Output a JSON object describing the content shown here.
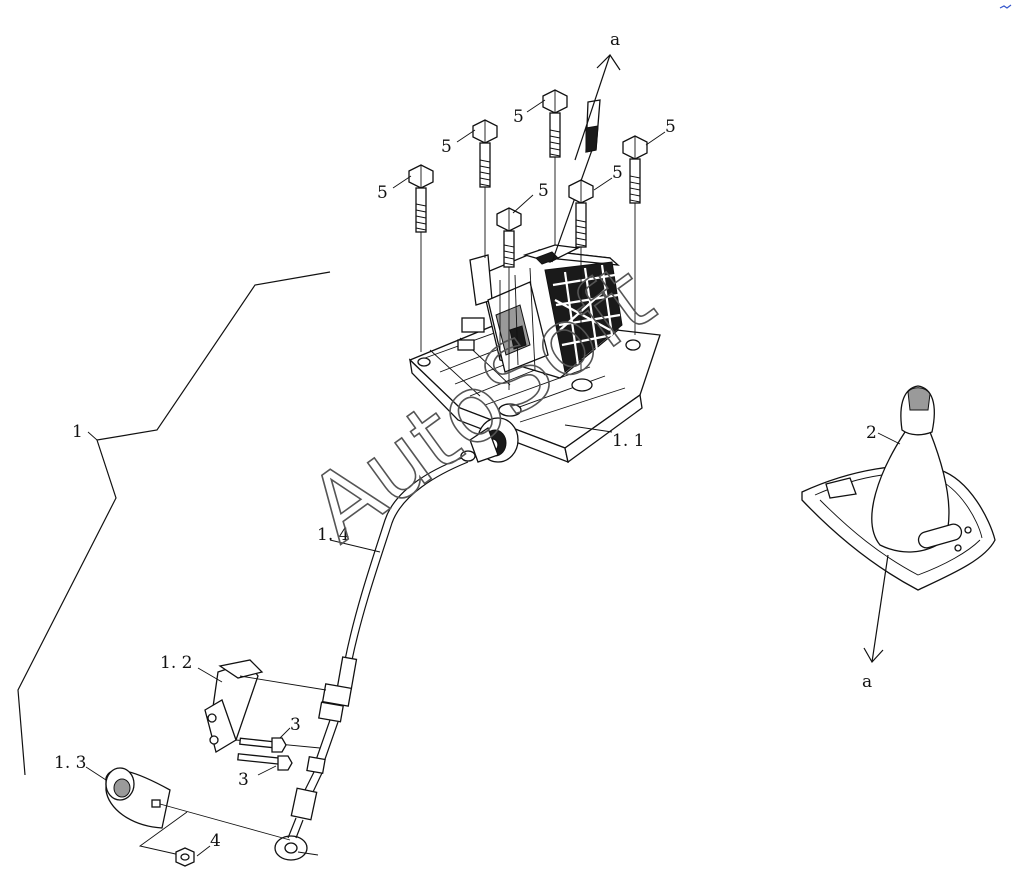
{
  "labels": {
    "main_assembly": "1",
    "shift_lever_housing": "1. 1",
    "bracket": "1. 2",
    "cable_end_cap": "1. 3",
    "shift_cable": "1. 4",
    "knob_boot": "2",
    "bolt_a": "3",
    "bolt_b": "3",
    "nut": "4",
    "screw_1": "5",
    "screw_2": "5",
    "screw_3": "5",
    "screw_4": "5",
    "screw_5": "5",
    "screw_6": "5",
    "arrow_up": "a",
    "arrow_down": "a"
  },
  "watermark": "AutoSoft",
  "colors": {
    "line": "#111111",
    "watermark": "#555555",
    "background": "#ffffff"
  }
}
